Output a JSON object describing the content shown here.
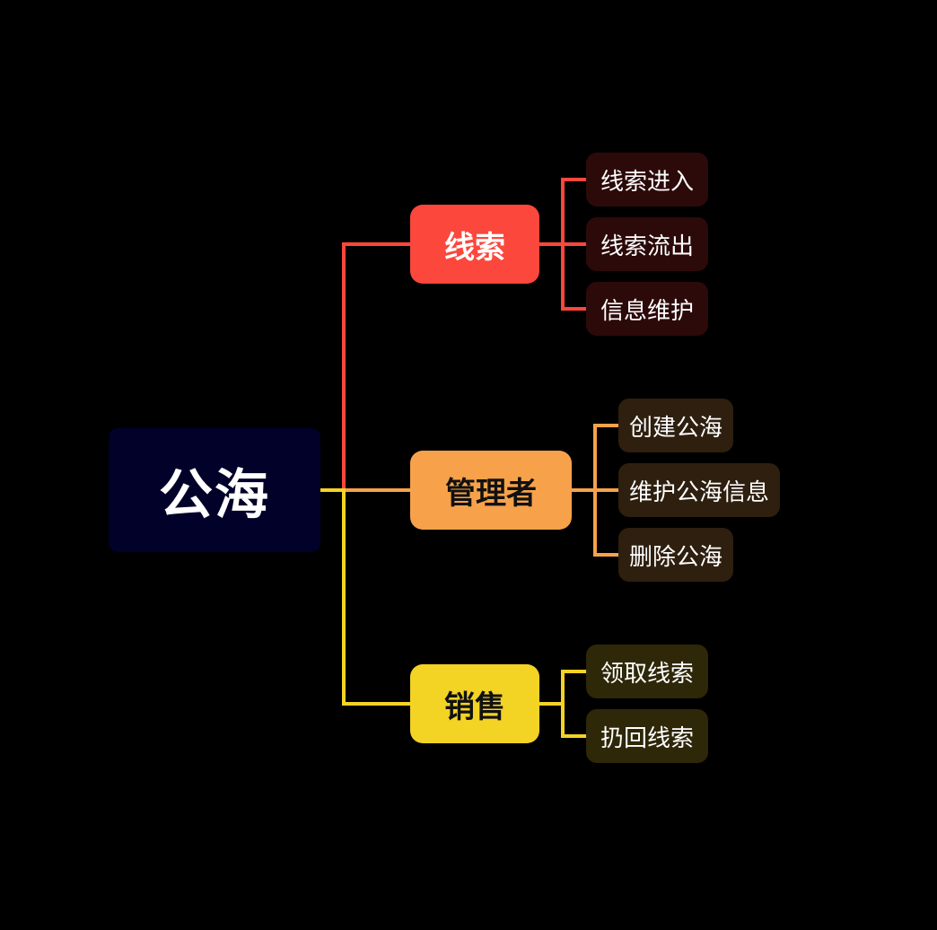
{
  "root": {
    "label": "公海",
    "color": "#01012a",
    "text_color": "#ffffff"
  },
  "branches": [
    {
      "label": "线索",
      "color": "#fb473c",
      "text_color": "#ffffff",
      "leaf_color": "#2c0a09",
      "children": [
        {
          "label": "线索进入"
        },
        {
          "label": "线索流出"
        },
        {
          "label": "信息维护"
        }
      ]
    },
    {
      "label": "管理者",
      "color": "#f7a24a",
      "text_color": "#111111",
      "leaf_color": "#2e1f0f",
      "children": [
        {
          "label": "创建公海"
        },
        {
          "label": "维护公海信息"
        },
        {
          "label": "删除公海"
        }
      ]
    },
    {
      "label": "销售",
      "color": "#f3d324",
      "text_color": "#111111",
      "leaf_color": "#2e2708",
      "children": [
        {
          "label": "领取线索"
        },
        {
          "label": "扔回线索"
        }
      ]
    }
  ]
}
